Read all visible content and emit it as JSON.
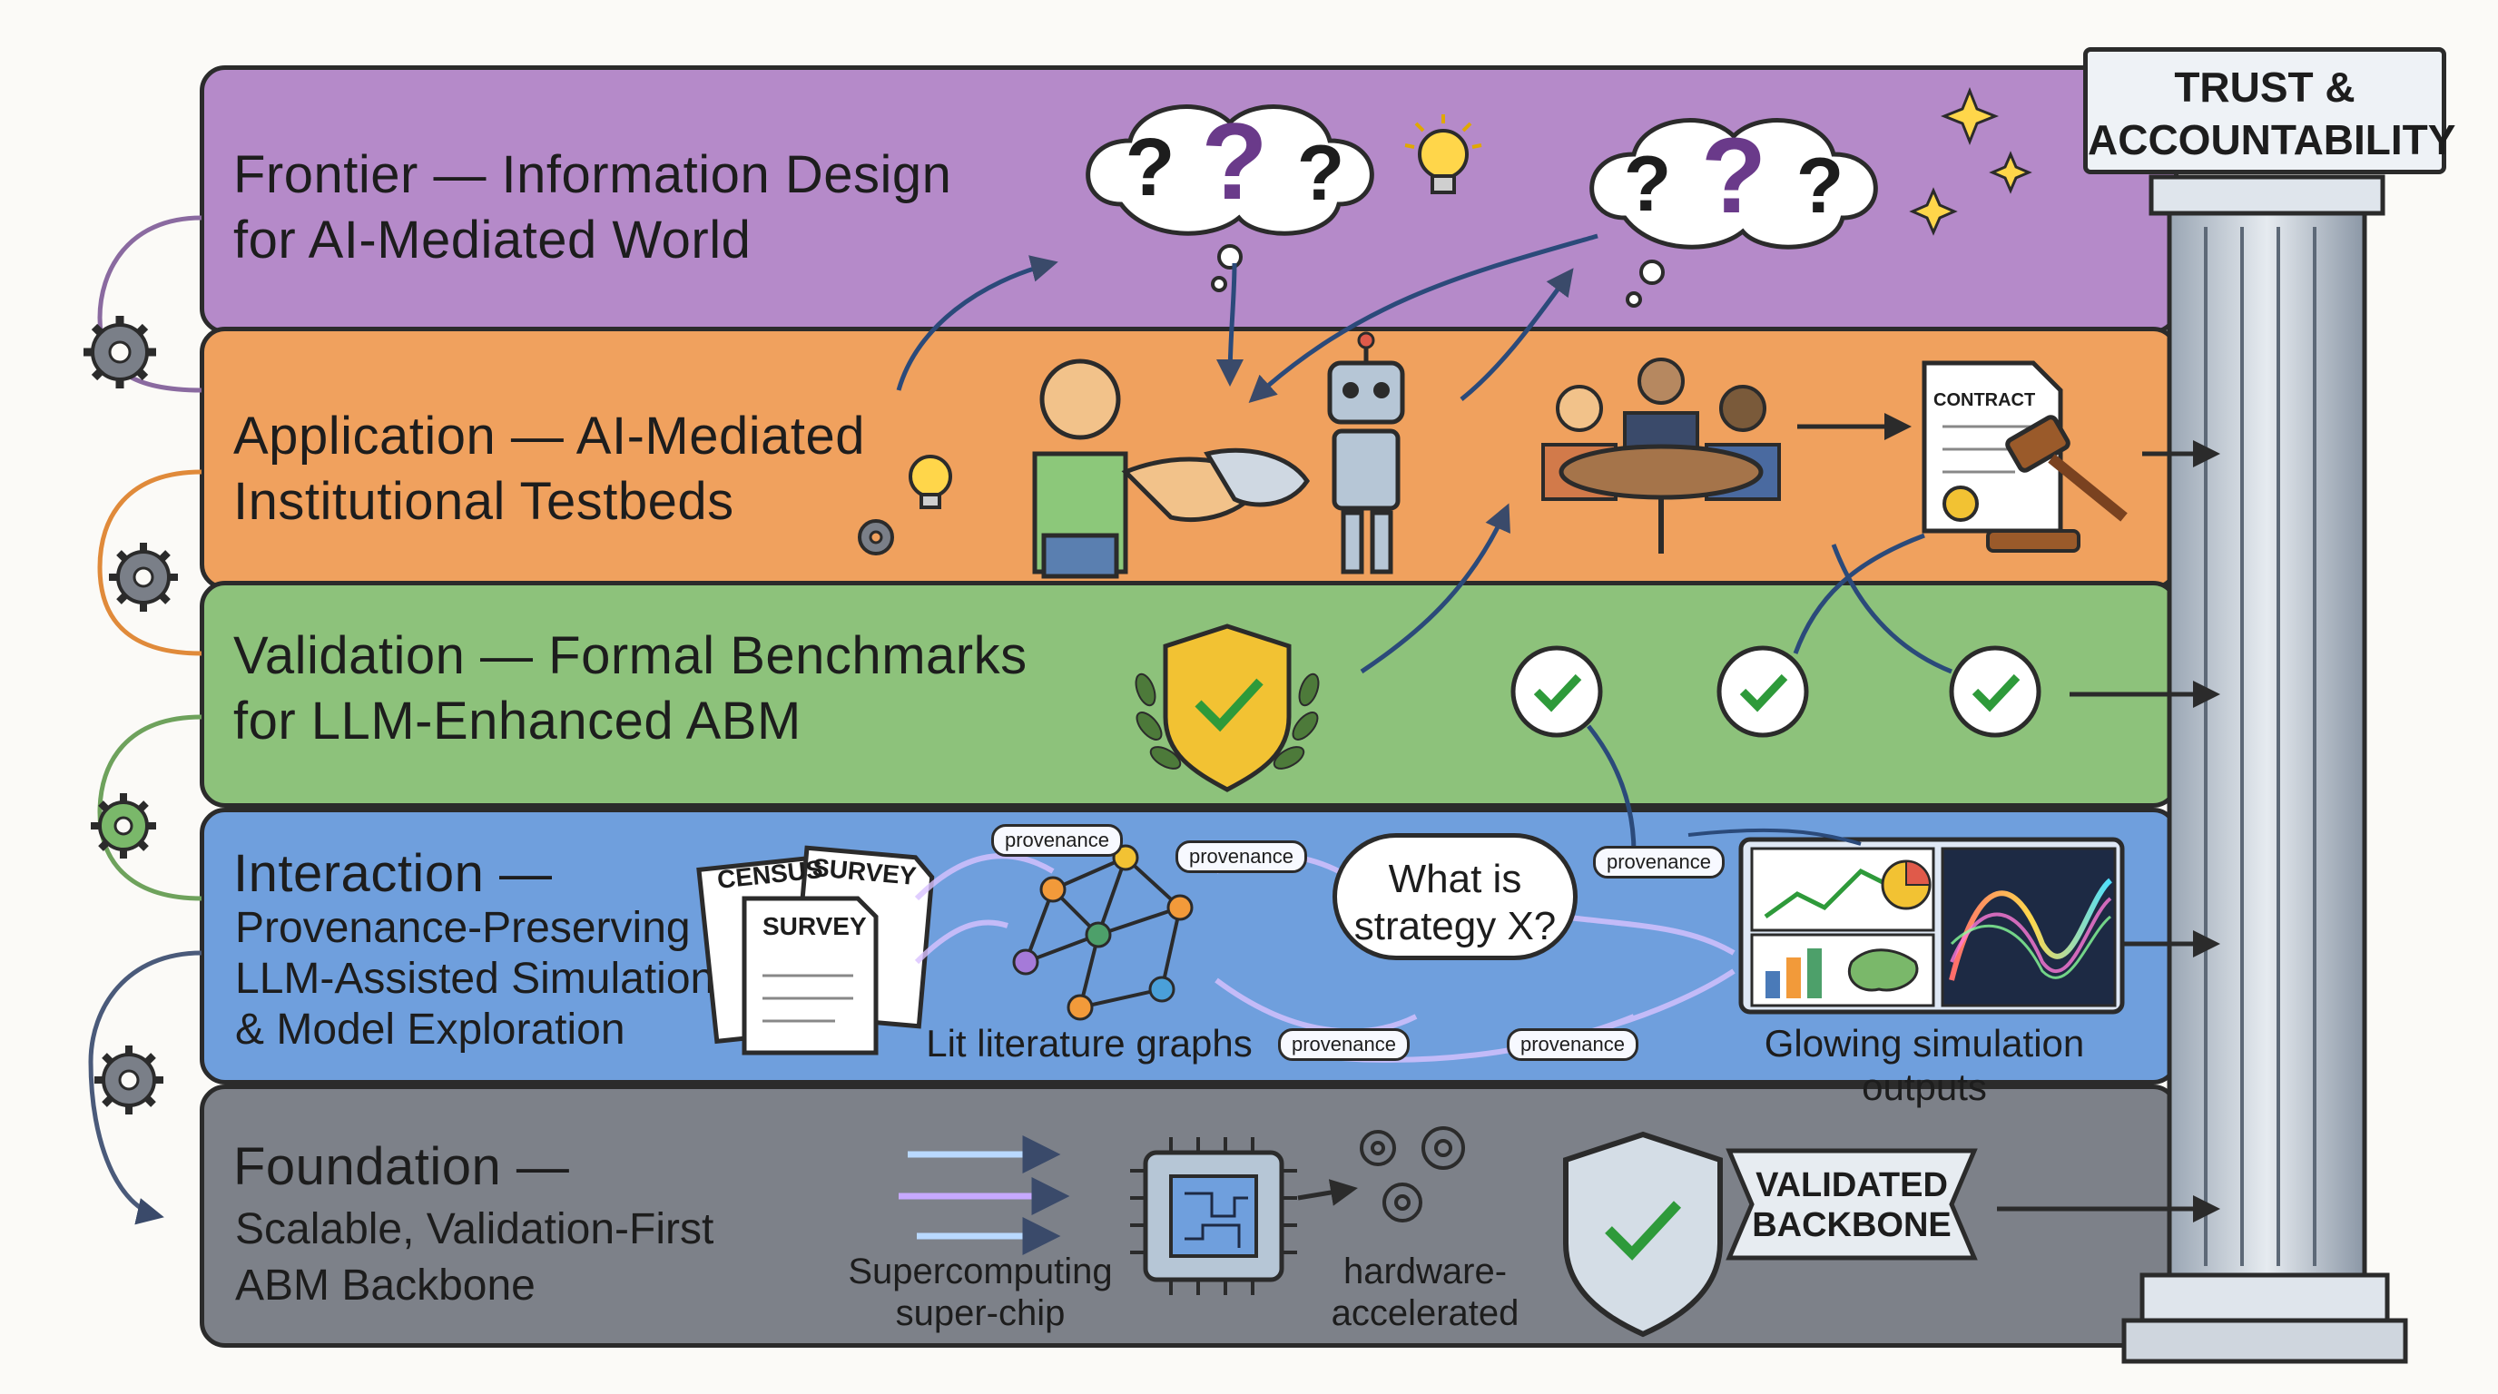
{
  "pillar": {
    "label": "TRUST &\nACCOUNTABILITY"
  },
  "layers": [
    {
      "id": "frontier",
      "title": "Frontier — Information Design\nfor AI-Mediated World",
      "color": "#b58ac9"
    },
    {
      "id": "application",
      "title": "Application — AI-Mediated\nInstitutional Testbeds",
      "color": "#f0a15e"
    },
    {
      "id": "validation",
      "title": "Validation — Formal Benchmarks\nfor LLM-Enhanced ABM",
      "color": "#8dc27b"
    },
    {
      "id": "interaction",
      "title": "Interaction —",
      "subtitle": "Provenance-Preserving\nLLM-Assisted Simulation\n& Model Exploration",
      "color": "#6f9fdd"
    },
    {
      "id": "foundation",
      "title": "Foundation —",
      "subtitle": "Scalable, Validation-First\nABM Backbone",
      "color": "#7d8189"
    }
  ],
  "frontier": {
    "question_marks": [
      "?",
      "?",
      "?"
    ]
  },
  "application": {
    "contract_label": "CONTRACT"
  },
  "interaction": {
    "documents": [
      "CENSUS",
      "SURVEY",
      "SURVEY"
    ],
    "graph_label": "Lit literature graphs",
    "thought": "What is\nstrategy X?",
    "outputs_label": "Glowing simulation outputs",
    "provenance_tags": [
      "provenance",
      "provenance",
      "provenance",
      "provenance",
      "provenance"
    ]
  },
  "foundation": {
    "chip_label": "Supercomputing\nsuper-chip",
    "accel_label": "hardware-\naccelerated",
    "backbone_label": "VALIDATED\nBACKBONE"
  },
  "colors": {
    "frontier": "#b58ac9",
    "application": "#f0a15e",
    "validation": "#8dc27b",
    "interaction": "#6f9fdd",
    "foundation": "#7d8189",
    "pillar": "#c9d2dc",
    "outline": "#2b2b2b"
  }
}
